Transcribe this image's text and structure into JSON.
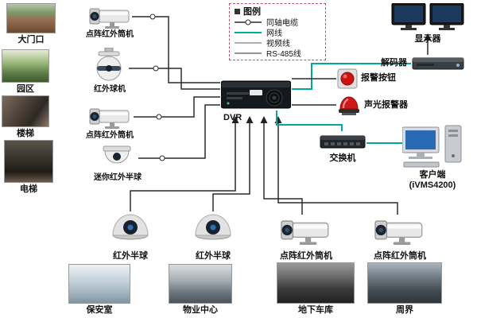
{
  "legend": {
    "title": "图例",
    "items": [
      {
        "label": "同轴电缆",
        "style": "coax"
      },
      {
        "label": "网线",
        "style": "network"
      },
      {
        "label": "视频线",
        "style": "video"
      },
      {
        "label": "RS-485线",
        "style": "rs485"
      }
    ]
  },
  "colors": {
    "network_line": "#00a99d",
    "video_line": "#2a2a2a",
    "alarm_red": "#cc1111",
    "legend_border": "#bb5566"
  },
  "sites_left": [
    {
      "label": "大门口"
    },
    {
      "label": "园区"
    },
    {
      "label": "楼梯"
    },
    {
      "label": "电梯"
    }
  ],
  "cameras_left": [
    {
      "label": "点阵红外筒机",
      "type": "bullet"
    },
    {
      "label": "红外球机",
      "type": "ptz-ball"
    },
    {
      "label": "点阵红外筒机",
      "type": "bullet"
    },
    {
      "label": "迷你红外半球",
      "type": "mini-dome"
    }
  ],
  "devices": {
    "dvr_label": "DVR",
    "monitor_label": "显示器",
    "decoder_label": "解码器",
    "alarm_button_label": "报警按钮",
    "siren_label": "声光报警器",
    "switch_label": "交换机",
    "client_label": "客户端",
    "client_sublabel": "(iVMS4200)"
  },
  "cameras_bottom": [
    {
      "label": "红外半球",
      "type": "dome"
    },
    {
      "label": "红外半球",
      "type": "dome"
    },
    {
      "label": "点阵红外筒机",
      "type": "bullet"
    },
    {
      "label": "点阵红外筒机",
      "type": "bullet"
    }
  ],
  "sites_bottom": [
    {
      "label": "保安室"
    },
    {
      "label": "物业中心"
    },
    {
      "label": "地下车库"
    },
    {
      "label": "周界"
    }
  ]
}
